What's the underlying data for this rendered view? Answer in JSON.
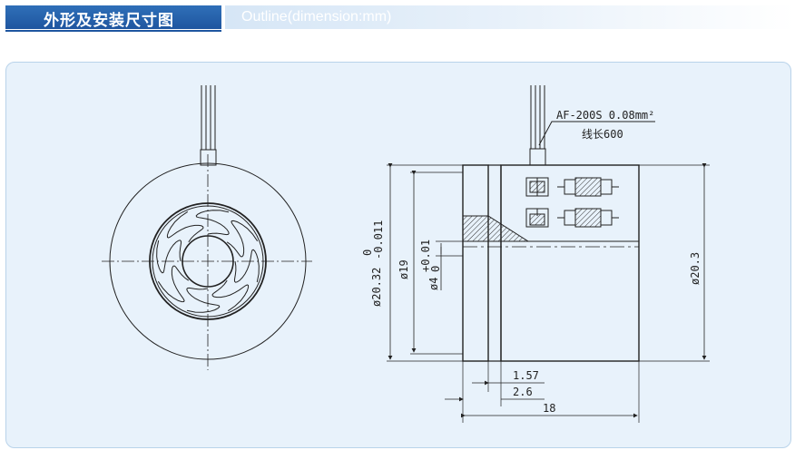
{
  "header": {
    "title_cn": "外形及安装尺寸图",
    "title_en": "Outline(dimension:mm)"
  },
  "annotations": {
    "wire": "AF-200S 0.08mm²",
    "wire_length": "线长600"
  },
  "dimensions": {
    "outer_dia": "ø20.32",
    "outer_tol_upper": "0",
    "outer_tol_lower": "-0.011",
    "dia19": "ø19",
    "inner_dia": "ø4",
    "inner_tol_upper": "+0.01",
    "inner_tol_lower": "0",
    "dia20_3": "ø20.3",
    "len_157": "1.57",
    "len_26": "2.6",
    "len_18": "18"
  },
  "colors": {
    "header_blue": "#1f56a0",
    "panel_bg": "#e8f2fb",
    "line": "#222222"
  }
}
